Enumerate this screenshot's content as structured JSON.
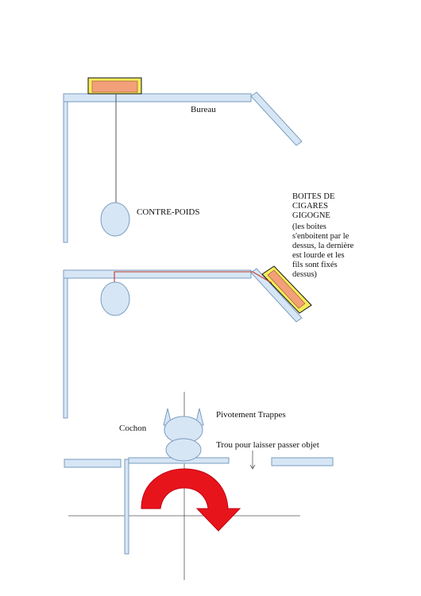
{
  "labels": {
    "bureau": "Bureau",
    "contre_poids": "CONTRE-POIDS",
    "cochon": "Cochon",
    "pivotement": "Pivotement Trappes",
    "trou": "Trou pour laisser passer objet"
  },
  "boites_note": {
    "lines": [
      "BOITES DE",
      "CIGARES",
      "GIGOGNE",
      "(les boites",
      "s'enboitent par le",
      "dessus, la dernière",
      "est lourde et les",
      "fils sont fixés",
      "dessus)"
    ]
  },
  "colors": {
    "panel_fill": "#d7e6f5",
    "panel_stroke": "#7a9cc0",
    "box_outer": "#f4ec5a",
    "box_inner": "#f2a07a",
    "wire": "#c0392b",
    "arrow": "#e8141c",
    "line": "#555555"
  }
}
